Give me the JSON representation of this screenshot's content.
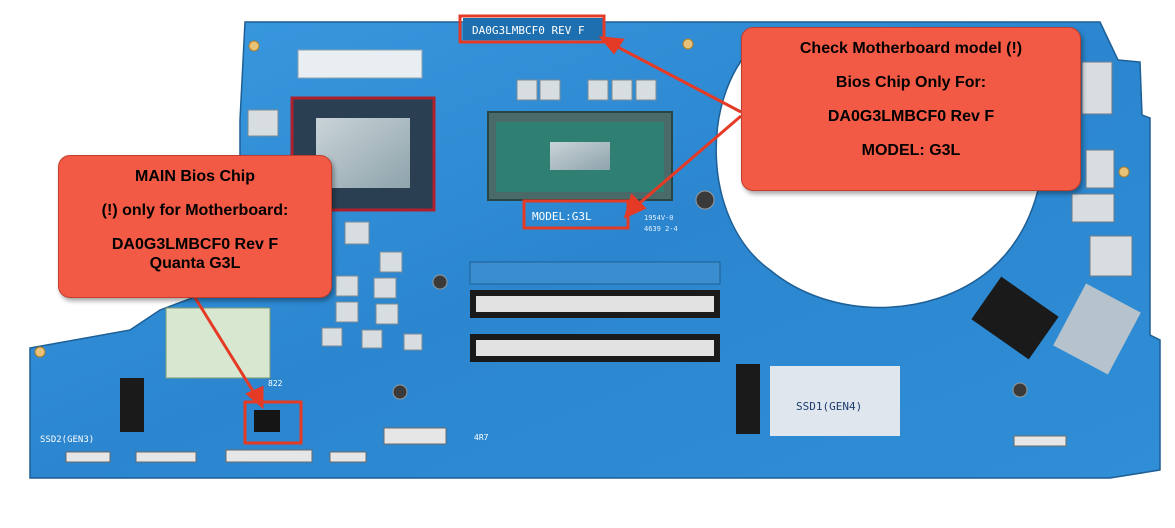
{
  "labels": {
    "top_connector": "DA0G3LMBCF0 REV F",
    "model_marking": "MODEL:G3L",
    "ssd1": "SSD1(GEN4)",
    "ssd2": "SSD2(GEN3)",
    "pcb_code_1": "1954V-0",
    "pcb_code_2": "4639 2-4",
    "silk_a": "822",
    "silk_b": "4R7"
  },
  "callouts": {
    "right": {
      "line1": "Check Motherboard model (!)",
      "line2": "Bios Chip Only For:",
      "line3": "DA0G3LMBCF0 Rev F",
      "line4": "MODEL: G3L"
    },
    "left": {
      "line1": "MAIN Bios Chip",
      "line2": "(!) only for Motherboard:",
      "line3": "DA0G3LMBCF0 Rev F",
      "line4": "Quanta G3L"
    }
  },
  "colors": {
    "board": "#2e8fd6",
    "highlight": "#e53a25",
    "callout": "#f35a45"
  }
}
